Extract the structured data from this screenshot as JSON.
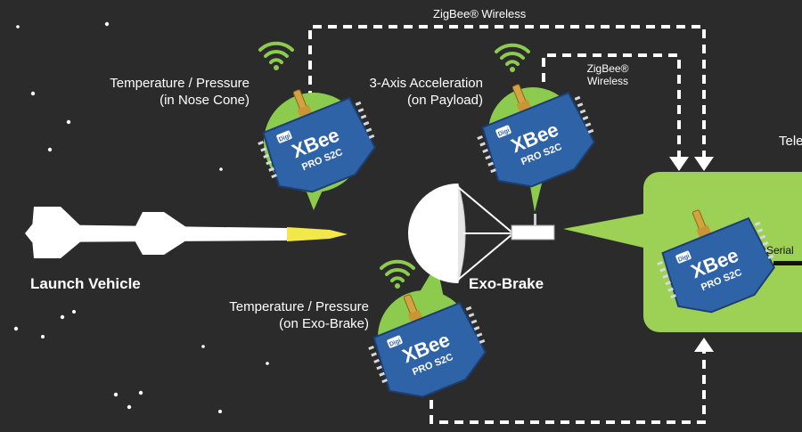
{
  "labels": {
    "zigbee_top": "ZigBee® Wireless",
    "zigbee_inner_line1": "ZigBee®",
    "zigbee_inner_line2": "Wireless",
    "nose_cone_line1": "Temperature / Pressure",
    "nose_cone_line2": "(in Nose Cone)",
    "payload_line1": "3-Axis Acceleration",
    "payload_line2": "(on Payload)",
    "exo_sensor_line1": "Temperature / Pressure",
    "exo_sensor_line2": "(on Exo-Brake)",
    "launch_vehicle": "Launch Vehicle",
    "exo_brake": "Exo-Brake",
    "tele_partial": "Tele",
    "serial_partial": "Serial"
  },
  "module": {
    "brand": "XBee",
    "model": "PRO S2C",
    "maker": "Digi"
  },
  "colors": {
    "background": "#2b2b2b",
    "green_bubble": "#8ccb4e",
    "ground_panel": "#9dd155",
    "module_blue": "#2f63a8",
    "antenna_gold": "#d4a340",
    "dashed_line": "#ffffff",
    "nosecone_yellow": "#f2e84a"
  },
  "icons": [
    "wifi-icon",
    "rocket",
    "exo-brake-parachute",
    "xbee-module"
  ]
}
